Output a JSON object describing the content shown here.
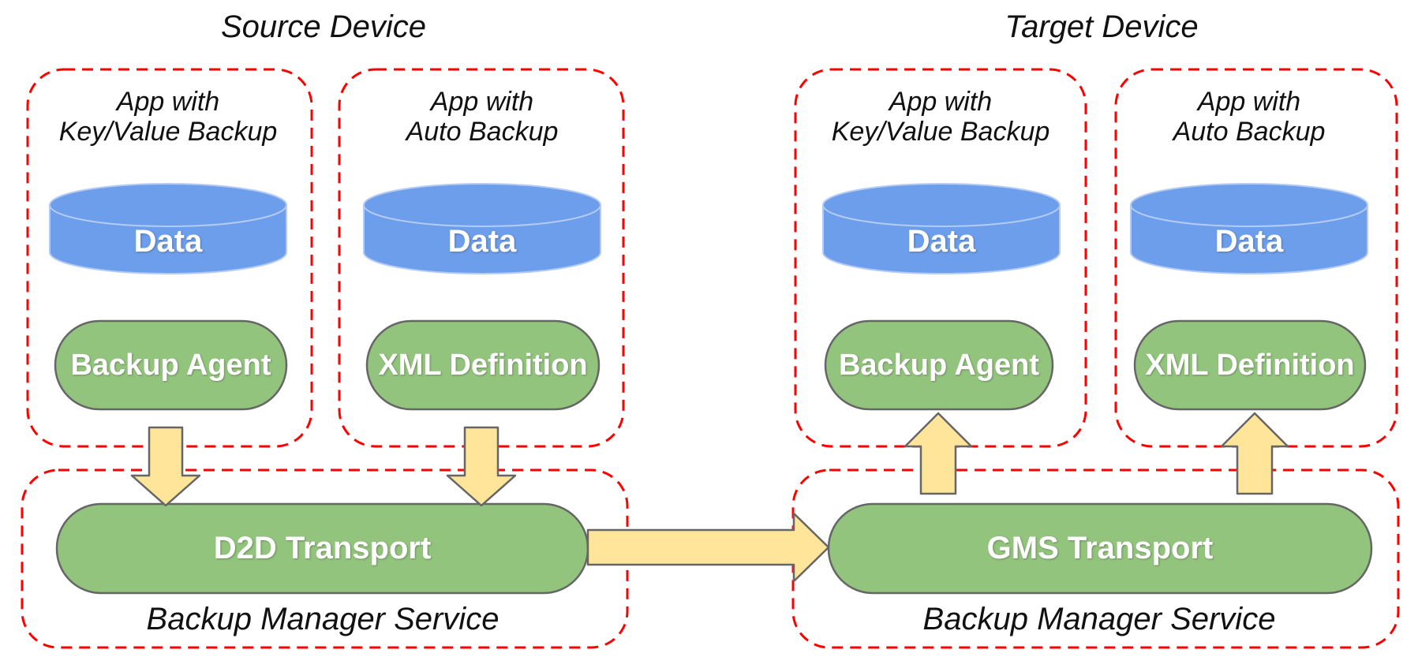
{
  "colors": {
    "background": "#ffffff",
    "red_dash": "#ff0000",
    "shape_border": "#666666",
    "green_fill": "#93c47d",
    "blue_fill": "#6d9eeb",
    "blue_stroke": "#b4cbf5",
    "yellow_fill": "#ffe599",
    "text_dark": "#111111",
    "text_light": "#ffffff"
  },
  "source": {
    "title": "Source Device",
    "apps": [
      {
        "name_line1": "App with",
        "name_line2": "Key/Value Backup",
        "data_store": "Data",
        "component": "Backup Agent"
      },
      {
        "name_line1": "App with",
        "name_line2": "Auto Backup",
        "data_store": "Data",
        "component": "XML Definition"
      }
    ],
    "backup_manager": {
      "transport": "D2D Transport",
      "label": "Backup Manager Service"
    }
  },
  "target": {
    "title": "Target Device",
    "apps": [
      {
        "name_line1": "App with",
        "name_line2": "Key/Value Backup",
        "data_store": "Data",
        "component": "Backup Agent"
      },
      {
        "name_line1": "App with",
        "name_line2": "Auto Backup",
        "data_store": "Data",
        "component": "XML Definition"
      }
    ],
    "backup_manager": {
      "transport": "GMS Transport",
      "label": "Backup Manager Service"
    }
  }
}
